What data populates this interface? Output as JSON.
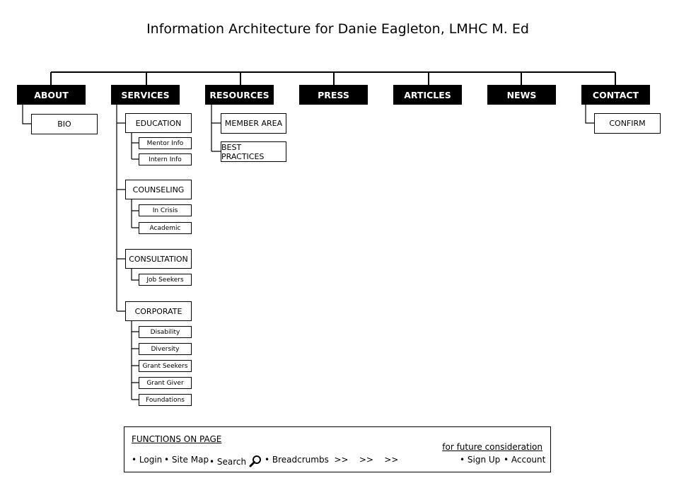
{
  "title": "Information Architecture for  Danie Eagleton, LMHC M. Ed",
  "top_nav": [
    "ABOUT",
    "SERVICES",
    "RESOURCES",
    "PRESS",
    "ARTICLES",
    "NEWS",
    "CONTACT"
  ],
  "about": {
    "children": [
      "BIO"
    ]
  },
  "services": {
    "sections": [
      {
        "label": "EDUCATION",
        "items": [
          "Mentor Info",
          "Intern Info"
        ]
      },
      {
        "label": "COUNSELING",
        "items": [
          "In Crisis",
          "Academic"
        ]
      },
      {
        "label": "CONSULTATION",
        "items": [
          "Job Seekers"
        ]
      },
      {
        "label": "CORPORATE",
        "items": [
          "Disability",
          "Diversity",
          "Grant Seekers",
          "Grant Giver",
          "Foundations"
        ]
      }
    ]
  },
  "resources": {
    "children": [
      "MEMBER AREA",
      "BEST PRACTICES"
    ]
  },
  "contact": {
    "children": [
      "CONFIRM"
    ]
  },
  "functions": {
    "heading": "FUNCTIONS ON PAGE",
    "items": [
      "• Login",
      "• Site Map",
      "• Search",
      "• Breadcrumbs  >>    >>    >>"
    ],
    "icon": "search-magnifier-icon",
    "future_heading": "for future consideration",
    "future_items": [
      "• Sign Up",
      "• Account"
    ]
  }
}
